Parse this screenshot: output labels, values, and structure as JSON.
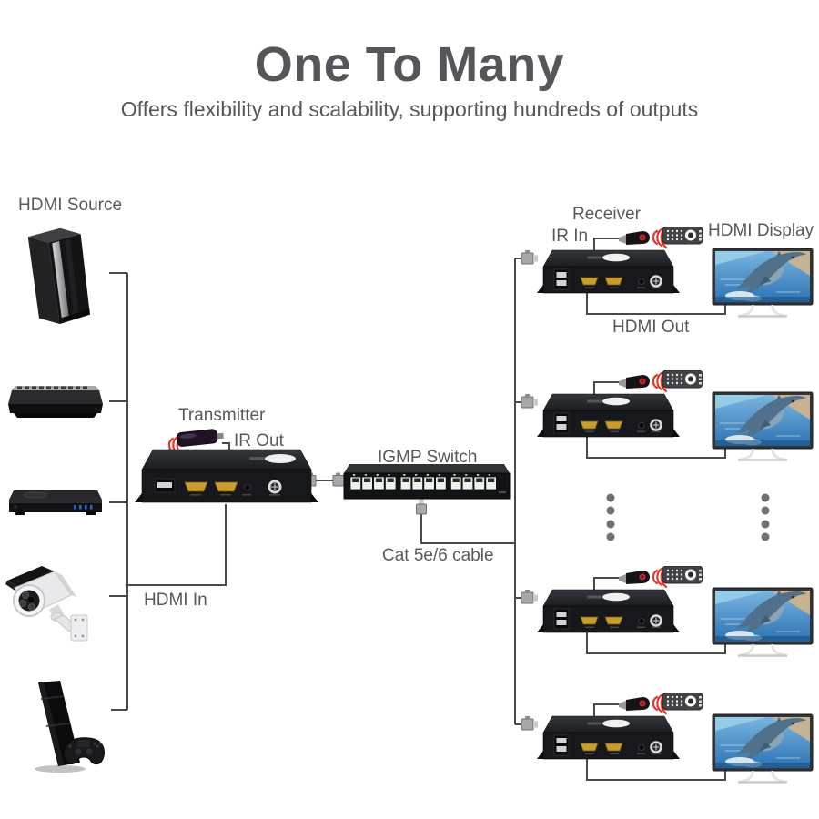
{
  "title": "One To Many",
  "subtitle": "Offers flexibility and scalability, supporting hundreds of outputs",
  "labels": {
    "hdmi_source": "HDMI Source",
    "transmitter": "Transmitter",
    "ir_out": "IR Out",
    "hdmi_in": "HDMI In",
    "igmp_switch": "IGMP Switch",
    "cat_cable": "Cat 5e/6 cable",
    "receiver": "Receiver",
    "ir_in": "IR In",
    "hdmi_display": "HDMI Display",
    "hdmi_out": "HDMI Out"
  },
  "diagram": {
    "source_device_icons": [
      "pc-tower-icon",
      "set-top-box-icon",
      "dvd-player-icon",
      "cctv-camera-icon",
      "game-console-icon"
    ],
    "visible_receivers": 4,
    "more_receivers_ellipsis": true
  },
  "colors": {
    "text_gray": "#58595b",
    "wire_gray": "#4a4a4c",
    "ir_wave_red": "#e8352b",
    "hdmi_gold": "#c89c2d",
    "screen_blue": "#2d72b2",
    "device_black": "#17181b",
    "ellipsis_dot_gray": "#717174"
  }
}
